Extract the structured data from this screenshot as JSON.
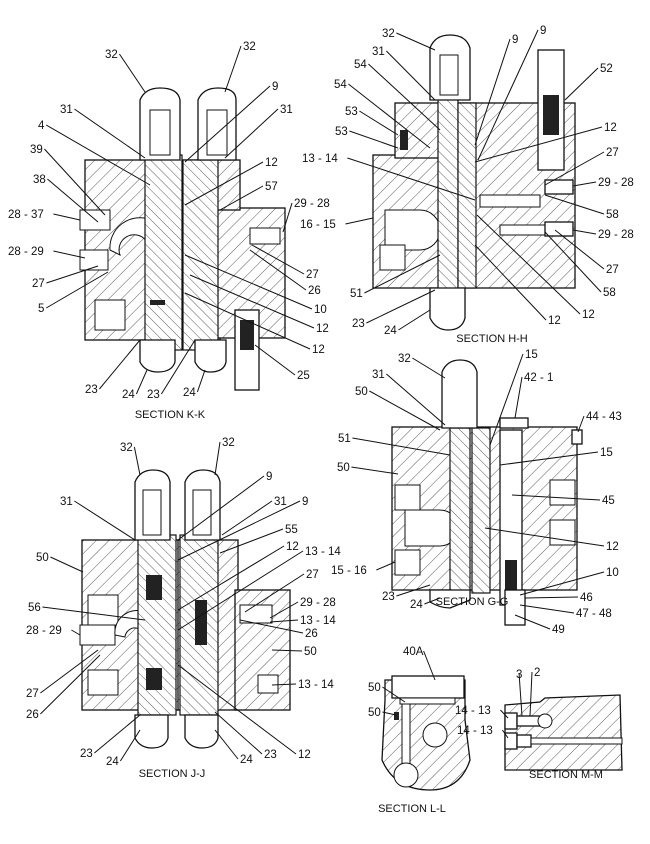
{
  "sections": [
    {
      "title": "SECTION K-K",
      "labels": [
        "32",
        "32",
        "9",
        "31",
        "31",
        "4",
        "12",
        "39",
        "57",
        "38",
        "28 - 37",
        "29 - 28",
        "28 - 29",
        "27",
        "27",
        "26",
        "5",
        "10",
        "12",
        "12",
        "25",
        "23",
        "24",
        "23",
        "24"
      ]
    },
    {
      "title": "SECTION H-H",
      "labels": [
        "32",
        "31",
        "54",
        "54",
        "53",
        "53",
        "9",
        "9",
        "52",
        "12",
        "13 - 14",
        "27",
        "29 - 28",
        "16 - 15",
        "58",
        "29 - 28",
        "27",
        "58",
        "51",
        "23",
        "24",
        "12",
        "12"
      ]
    },
    {
      "title": "SECTION G-G",
      "labels": [
        "32",
        "31",
        "50",
        "15",
        "42 - 1",
        "44 - 43",
        "51",
        "15",
        "50",
        "45",
        "12",
        "15 - 16",
        "10",
        "23",
        "24",
        "46",
        "47 - 48",
        "49"
      ]
    },
    {
      "title": "SECTION J-J",
      "labels": [
        "32",
        "32",
        "9",
        "31",
        "31",
        "9",
        "55",
        "12",
        "13 - 14",
        "50",
        "27",
        "29 - 28",
        "13 - 14",
        "56",
        "28 - 29",
        "26",
        "50",
        "27",
        "13 - 14",
        "26",
        "23",
        "24",
        "24",
        "23",
        "12"
      ]
    },
    {
      "title": "SECTION L-L",
      "labels": [
        "40A",
        "50",
        "50"
      ]
    },
    {
      "title": "SECTION M-M",
      "labels": [
        "3",
        "2",
        "14 - 13",
        "14 - 13"
      ]
    }
  ],
  "colors": {
    "line": "#111111",
    "background": "#ffffff"
  }
}
